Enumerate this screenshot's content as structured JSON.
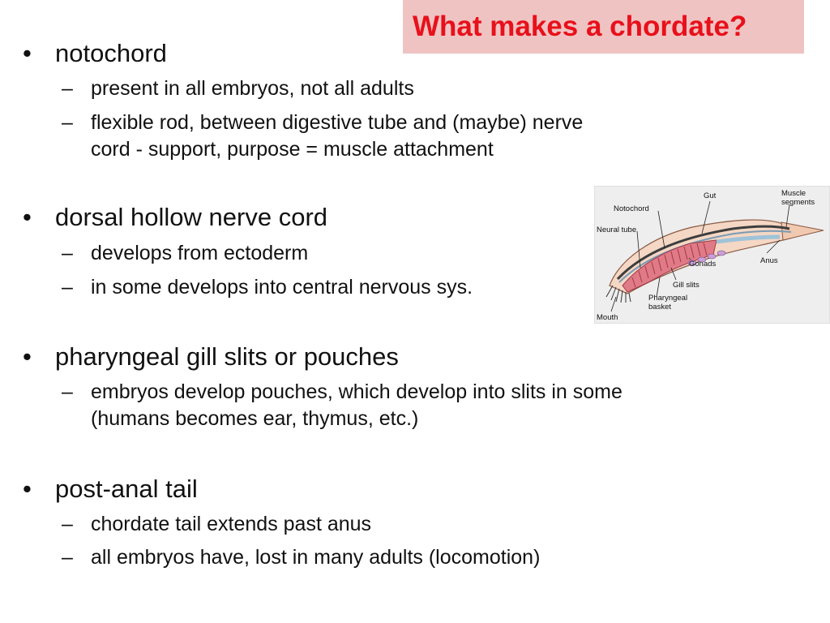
{
  "slide": {
    "title": "What makes a chordate?",
    "bullet_glyph": "•",
    "dash_glyph": "–",
    "items": [
      {
        "heading": "notochord",
        "subitems": [
          "present in all embryos, not all adults",
          "flexible rod, between digestive tube and (maybe) nerve\ncord - support, purpose = muscle attachment"
        ]
      },
      {
        "heading": "dorsal hollow nerve cord",
        "subitems": [
          "develops from ectoderm",
          "in some develops into central nervous sys."
        ]
      },
      {
        "heading": "pharyngeal gill slits or pouches",
        "subitems": [
          "embryos develop pouches, which develop into slits in some\n(humans becomes ear, thymus, etc.)"
        ]
      },
      {
        "heading": "post-anal tail",
        "subitems": [
          "chordate tail extends past anus",
          "all embryos have, lost in many adults (locomotion)"
        ]
      }
    ]
  },
  "diagram": {
    "labels": {
      "gut": "Gut",
      "muscle1": "Muscle",
      "muscle2": "segments",
      "notochord": "Notochord",
      "neural_tube": "Neural tube",
      "gonads": "Gonads",
      "anus": "Anus",
      "gill_slits": "Gill slits",
      "pharyngeal1": "Pharyngeal",
      "pharyngeal2": "basket",
      "mouth": "Mouth"
    }
  },
  "colors": {
    "title_text": "#e8101a",
    "title_bg": "#f0c3c3"
  }
}
